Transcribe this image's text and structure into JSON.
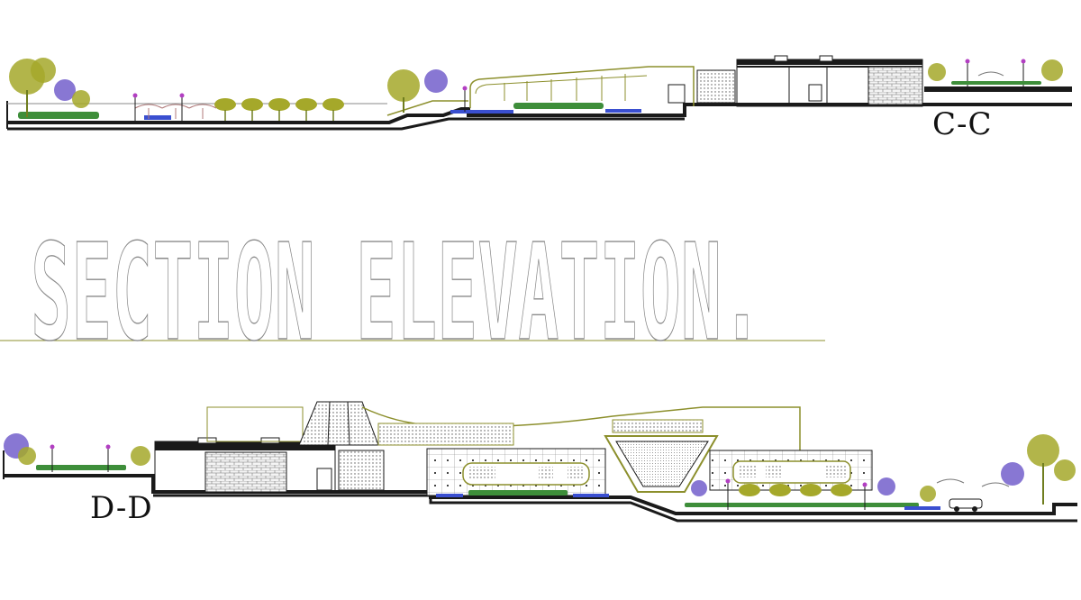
{
  "drawing": {
    "title": "SECTION ELEVATION.",
    "sections": [
      {
        "id": "cc",
        "label": "C-C"
      },
      {
        "id": "dd",
        "label": "D-D"
      }
    ]
  },
  "palette": {
    "line": "#1a1a1a",
    "foliage_olive": "#a5a82a",
    "foliage_dark": "#6f7d1e",
    "foliage_purple": "#6a55c8",
    "lamp_magenta": "#b23fc2",
    "water_blue": "#3a4fd0",
    "hedge_green": "#3e8e3a",
    "title_outline": "#9a9a9a",
    "ground_olive": "#8c8f2c"
  }
}
